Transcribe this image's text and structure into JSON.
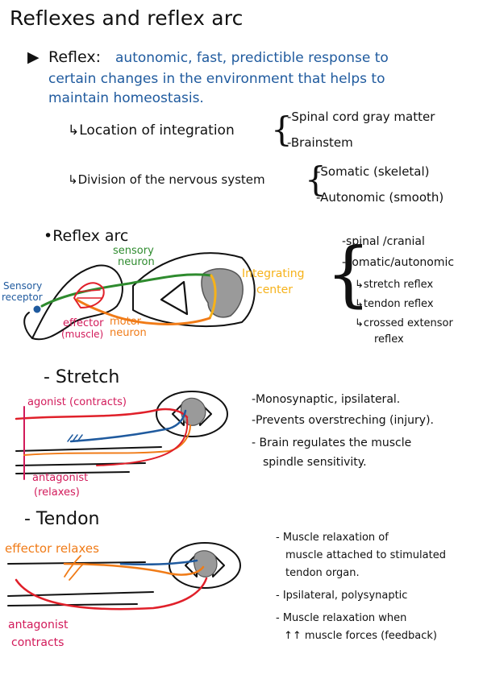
{
  "title": "Reflexes and reflex arc",
  "reflex": {
    "bullet": "▶",
    "term": "Reflex:",
    "definition_lines": [
      "autonomic, fast, predictible response to",
      "certain changes in the environment that helps to",
      "maintain homeostasis."
    ],
    "location_label": "↳Location of integration",
    "location_items": [
      "-Spinal cord gray matter",
      "-Brainstem"
    ],
    "division_label": "↳Division of the nervous system",
    "division_items": [
      "-Somatic (skeletal)",
      "-Autonomic (smooth)"
    ]
  },
  "reflex_arc": {
    "heading": "•Reflex arc",
    "labels": {
      "sensory_receptor": [
        "Sensory",
        "receptor"
      ],
      "sensory_neuron": [
        "sensory",
        "neuron"
      ],
      "integrating_center": [
        "Integrating",
        "center"
      ],
      "effector": [
        "effector",
        "(muscle)"
      ],
      "motor_neuron": [
        "motor",
        "neuron"
      ]
    },
    "types": [
      "-spinal /cranial",
      "-somatic/autonomic",
      "↳stretch reflex",
      "↳tendon reflex",
      "↳crossed extensor",
      "reflex"
    ]
  },
  "stretch": {
    "heading": "- Stretch",
    "agonist": "agonist (contracts)",
    "antagonist": [
      "antagonist",
      "(relaxes)"
    ],
    "notes": [
      "-Monosynaptic, ipsilateral.",
      "-Prevents overstreching (injury).",
      "- Brain regulates the muscle",
      "spindle sensitivity."
    ]
  },
  "tendon": {
    "heading": "- Tendon",
    "effector": "effector relaxes",
    "antagonist": [
      "antagonist",
      "contracts"
    ],
    "notes": [
      "- Muscle relaxation of",
      "muscle attached to stimulated",
      "tendon organ.",
      "- Ipsilateral, polysynaptic",
      "- Muscle relaxation when",
      "↑↑ muscle forces (feedback)"
    ]
  },
  "colors": {
    "blue": "#1f5a9e",
    "green": "#2e8b2e",
    "orange": "#f07b17",
    "yellow": "#f6b21a",
    "pink": "#d21a5a",
    "red": "#e0202a",
    "gray": "#9a9a9a"
  }
}
